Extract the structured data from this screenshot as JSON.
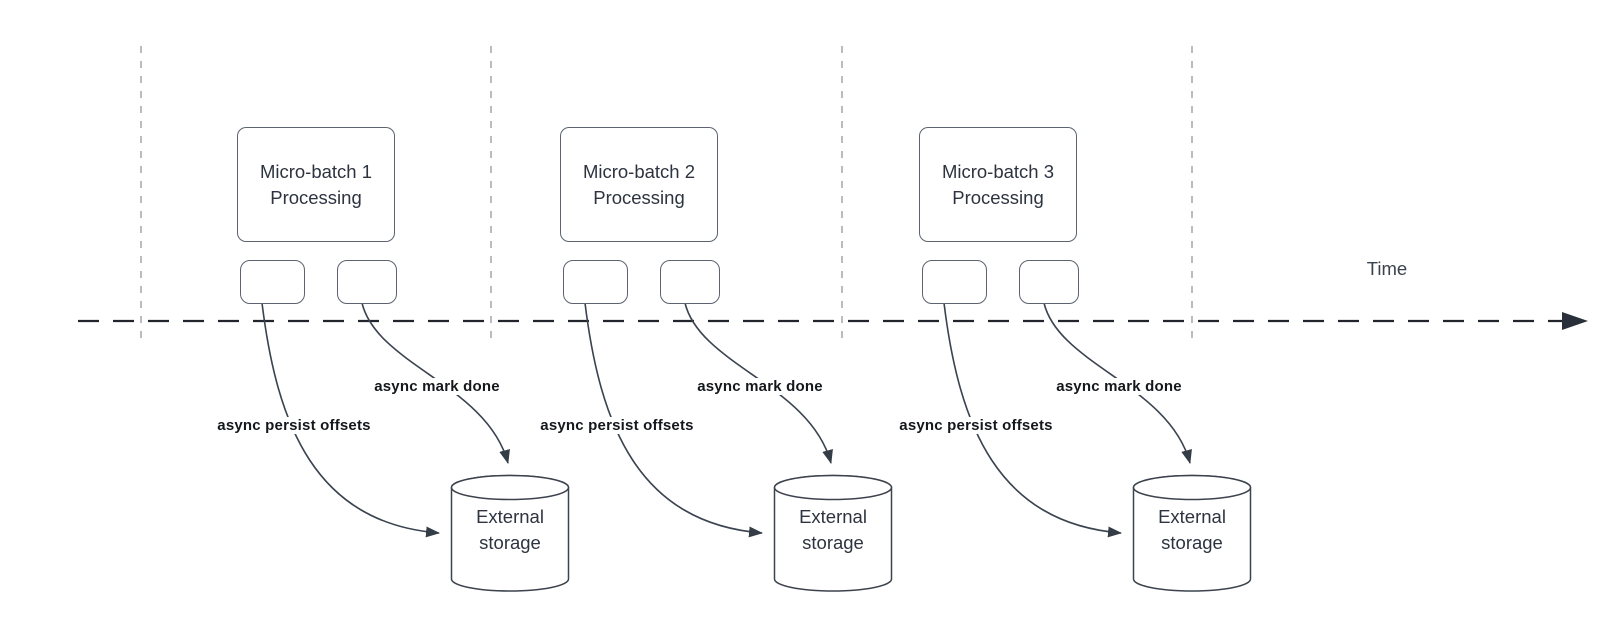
{
  "diagram": {
    "time_label": "Time",
    "groups": [
      {
        "title": "Micro-batch 1",
        "subtitle": "Processing",
        "persist_label": "async persist offsets",
        "markdone_label": "async mark done",
        "storage_line1": "External",
        "storage_line2": "storage"
      },
      {
        "title": "Micro-batch 2",
        "subtitle": "Processing",
        "persist_label": "async persist offsets",
        "markdone_label": "async mark done",
        "storage_line1": "External",
        "storage_line2": "storage"
      },
      {
        "title": "Micro-batch 3",
        "subtitle": "Processing",
        "persist_label": "async persist offsets",
        "markdone_label": "async mark done",
        "storage_line1": "External",
        "storage_line2": "storage"
      }
    ],
    "colors": {
      "curve_stroke": "#3a434f",
      "timeline_stroke": "#22262c",
      "gridline_stroke": "#a4a6aa",
      "shape_border": "#5c636e",
      "cylinder_border": "#3c434d",
      "shape_text": "#2d3440",
      "label_text": "#14181d",
      "background": "#ffffff"
    }
  }
}
